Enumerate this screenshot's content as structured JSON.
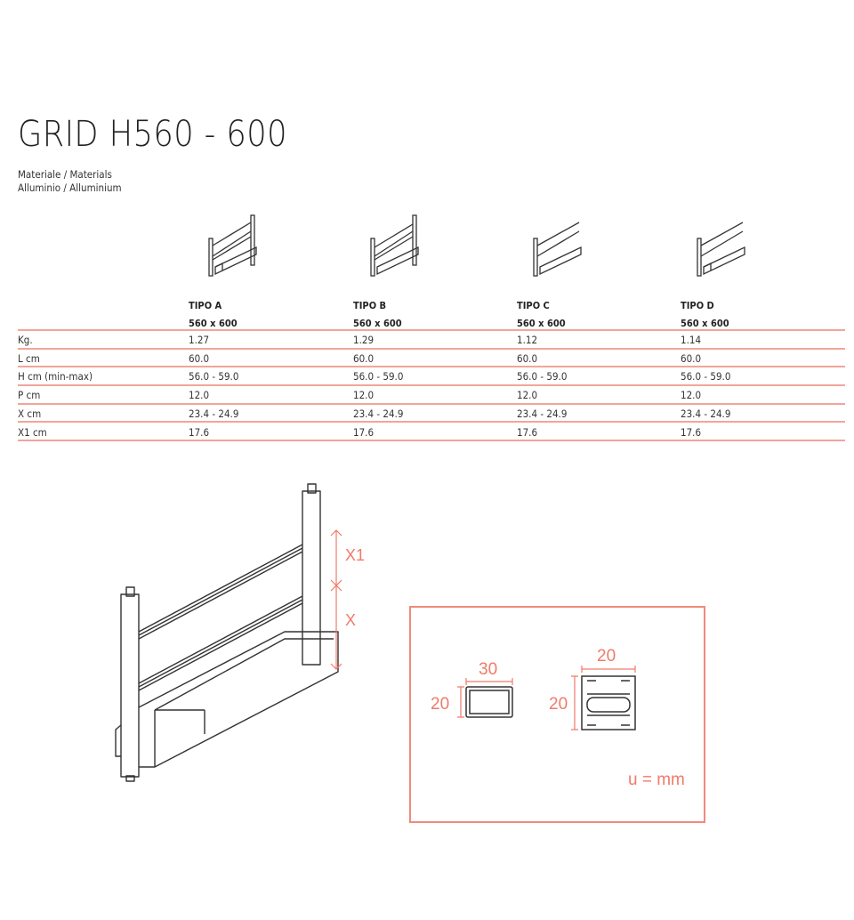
{
  "title": "GRID H560 - 600",
  "materials": {
    "label": "Materiale / Materials",
    "value": "Alluminio / Alluminium"
  },
  "types": [
    {
      "name": "TIPO A",
      "size": "560 x 600"
    },
    {
      "name": "TIPO B",
      "size": "560 x 600"
    },
    {
      "name": "TIPO C",
      "size": "560 x 600"
    },
    {
      "name": "TIPO D",
      "size": "560 x 600"
    }
  ],
  "rows": [
    {
      "label": "Kg.",
      "values": [
        "1.27",
        "1.29",
        "1.12",
        "1.14"
      ]
    },
    {
      "label": "L cm",
      "values": [
        "60.0",
        "60.0",
        "60.0",
        "60.0"
      ]
    },
    {
      "label": "H cm (min-max)",
      "values": [
        "56.0 - 59.0",
        "56.0 - 59.0",
        "56.0 - 59.0",
        "56.0 - 59.0"
      ]
    },
    {
      "label": "P cm",
      "values": [
        "12.0",
        "12.0",
        "12.0",
        "12.0"
      ]
    },
    {
      "label": "X cm",
      "values": [
        "23.4 - 24.9",
        "23.4 - 24.9",
        "23.4 - 24.9",
        "23.4 - 24.9"
      ]
    },
    {
      "label": "X1 cm",
      "values": [
        "17.6",
        "17.6",
        "17.6",
        "17.6"
      ]
    }
  ],
  "diagram": {
    "x1_label": "X1",
    "x_label": "X"
  },
  "profiles": {
    "rect_width": "30",
    "rect_height": "20",
    "rail_width": "20",
    "rail_height": "20",
    "unit": "u = mm"
  },
  "colors": {
    "accent": "#f07a6a",
    "rule": "#f2a59a"
  }
}
